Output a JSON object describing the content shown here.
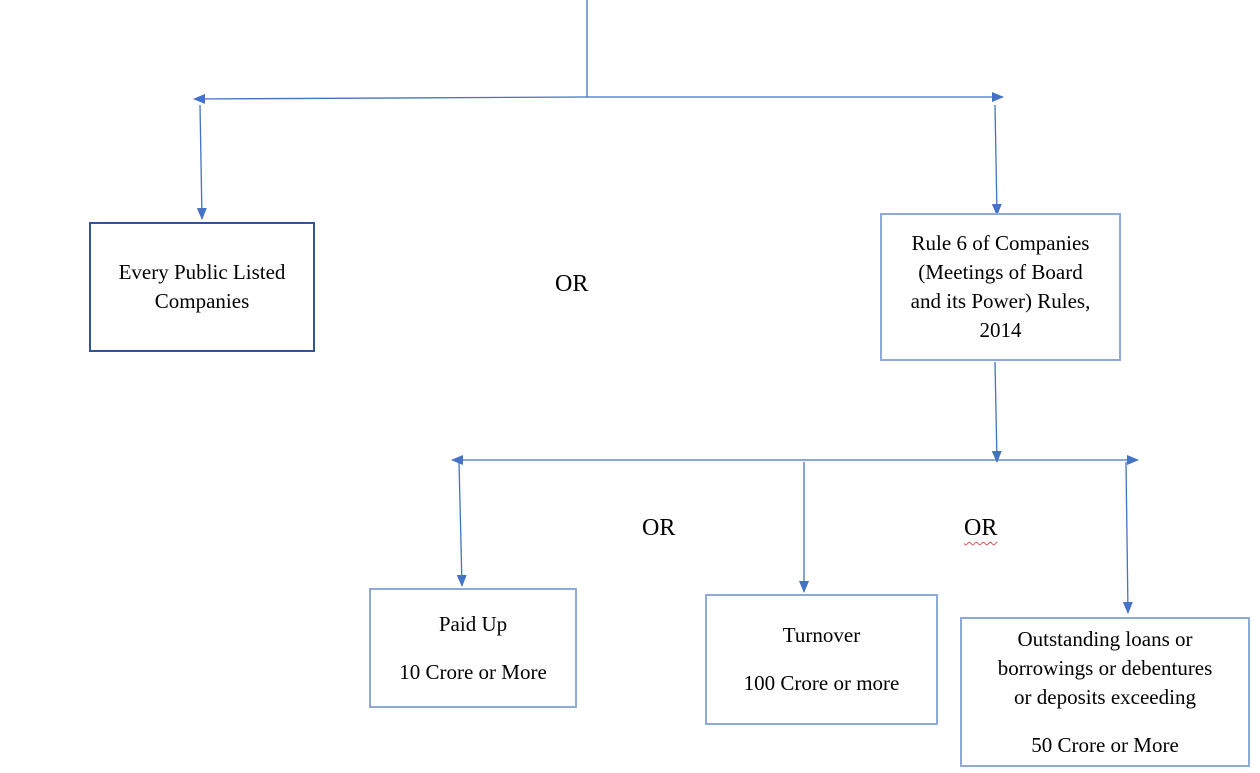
{
  "colors": {
    "connector": "#4472c4",
    "box_border": "#8eaadb",
    "box_border_dark": "#2f5597"
  },
  "boxes": {
    "public_listed": {
      "lines": [
        "Every Public Listed",
        "Companies"
      ]
    },
    "rule6": {
      "lines": [
        "Rule 6 of Companies",
        "(Meetings of Board",
        "and its Power) Rules,",
        "2014"
      ]
    },
    "paid_up": {
      "title": "Paid Up",
      "value": "10 Crore or More"
    },
    "turnover": {
      "title": "Turnover",
      "value": "100 Crore or more"
    },
    "loans": {
      "lines": [
        "Outstanding loans or",
        "borrowings or debentures",
        "or deposits exceeding"
      ],
      "value": "50 Crore or More"
    }
  },
  "or_labels": {
    "top": "OR",
    "bottom_left": "OR",
    "bottom_right": "OR"
  }
}
